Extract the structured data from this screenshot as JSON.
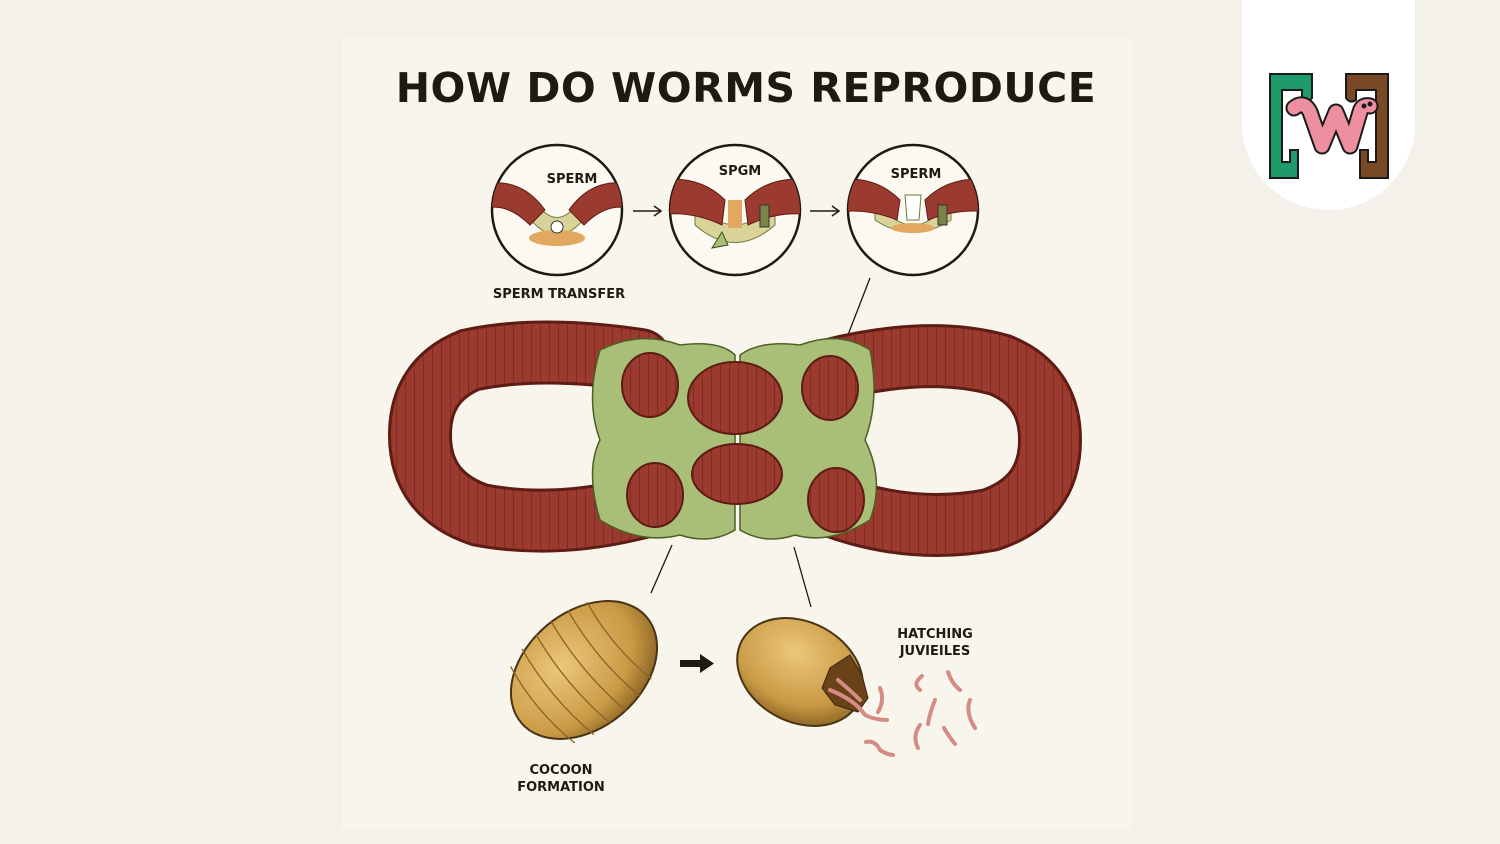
{
  "diagram": {
    "title": "HOW DO WORMS REPRODUCE",
    "stages": [
      {
        "circle_label": "SPERM"
      },
      {
        "circle_label": "SPGM"
      },
      {
        "circle_label": "SPERM"
      }
    ],
    "labels": {
      "sperm_transfer": "SPERM TRANSFER",
      "cocoon_line1": "COCOON",
      "cocoon_line2": "FORMATION",
      "hatching_line1": "HATCHING",
      "hatching_line2": "JUVIEILES"
    },
    "colors": {
      "worm": "#9b3a2e",
      "clitellum": "#a9bf78",
      "cocoon": "#c99a45",
      "juvenile": "#d48c84",
      "background": "#f8f5ec"
    }
  },
  "logo": {
    "icon": "worm-logo-icon",
    "colors": {
      "left_bracket": "#1f9a6a",
      "right_bracket": "#7a4a26",
      "worm": "#ee8fa0"
    }
  }
}
